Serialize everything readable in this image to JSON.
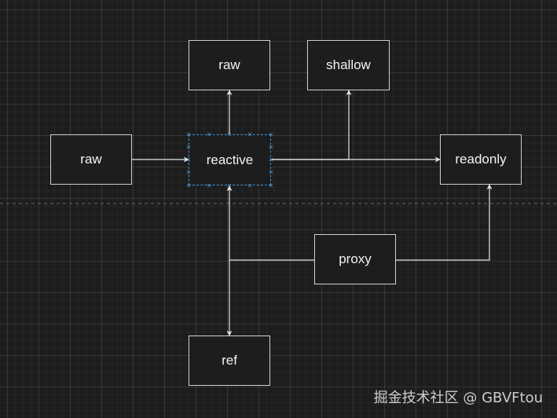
{
  "nodes": {
    "raw_left": "raw",
    "reactive": "reactive",
    "raw_top": "raw",
    "shallow": "shallow",
    "readonly": "readonly",
    "proxy": "proxy",
    "ref": "ref"
  },
  "watermark": "掘金技术社区 @ GBVFtou",
  "colors": {
    "background": "#1d1d1d",
    "border": "#cfcfcf",
    "edge": "#e6e6e6",
    "selection": "#4a90c8",
    "text": "#f2f2f2"
  }
}
